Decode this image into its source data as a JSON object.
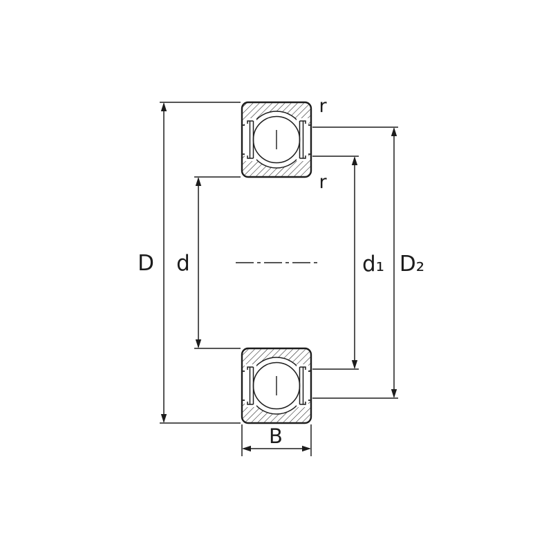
{
  "diagram": {
    "labels": {
      "D": "D",
      "d": "d",
      "d1": "d₁",
      "D2": "D₂",
      "B": "B",
      "r_outer": "r",
      "r_inner": "r"
    },
    "colors": {
      "line": "#1c1c1c",
      "background": "#ffffff"
    }
  }
}
